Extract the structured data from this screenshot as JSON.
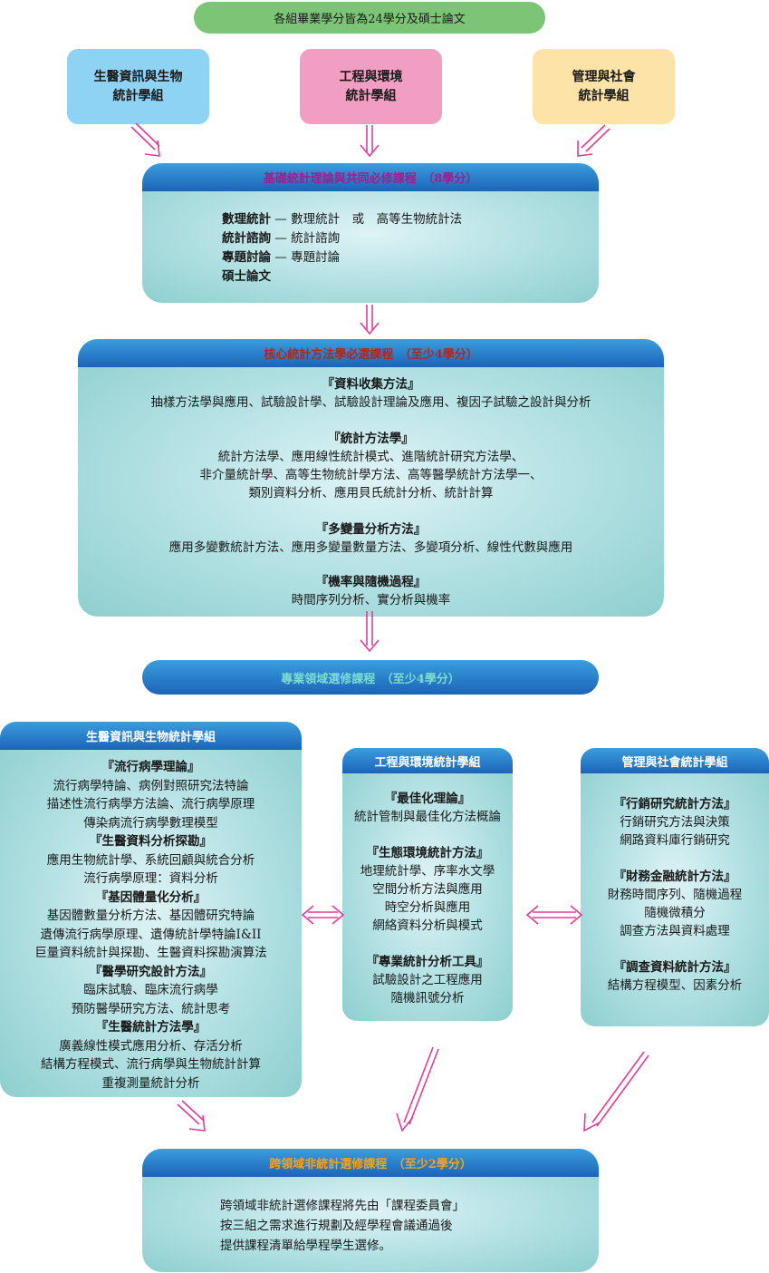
{
  "top_banner": "各組畢業學分皆為24學分及碩士論文",
  "groups": [
    {
      "line1": "生醫資訊與生物",
      "line2": "統計學組"
    },
    {
      "line1": "工程與環境",
      "line2": "統計學組"
    },
    {
      "line1": "管理與社會",
      "line2": "統計學組"
    }
  ],
  "basic": {
    "title": "基礎統計理論與共同必修課程　（8學分）",
    "rows": [
      {
        "label": "數理統計",
        "dash": "—",
        "text": "數理統計　或　高等生物統計法"
      },
      {
        "label": "統計諮詢",
        "dash": "—",
        "text": "統計諮詢"
      },
      {
        "label": "專題討論",
        "dash": "—",
        "text": "專題討論"
      },
      {
        "label": "碩士論文",
        "dash": "",
        "text": ""
      }
    ]
  },
  "core": {
    "title": "核心統計方法學必選課程　（至少4學分）",
    "sections": [
      {
        "h": "『資料收集方法』",
        "lines": [
          "抽樣方法學與應用、試驗設計學、試驗設計理論及應用、複因子試驗之設計與分析"
        ]
      },
      {
        "h": "『統計方法學』",
        "lines": [
          "統計方法學、應用線性統計模式、進階統計研究方法學、",
          "非介量統計學、高等生物統計學方法、高等醫學統計方法學一、",
          "類別資料分析、應用貝氏統計分析、統計計算"
        ]
      },
      {
        "h": "『多變量分析方法』",
        "lines": [
          "應用多變數統計方法、應用多變量數量方法、多變項分析、線性代數與應用"
        ]
      },
      {
        "h": "『機率與隨機過程』",
        "lines": [
          "時間序列分析、實分析與機率"
        ]
      }
    ]
  },
  "elective": {
    "title": "專業領域選修課程　（至少4學分）"
  },
  "bio": {
    "title": "生醫資訊與生物統計學組",
    "sections": [
      {
        "h": "『流行病學理論』",
        "lines": [
          "流行病學特論、病例對照研究法特論",
          "描述性流行病學方法論、流行病學原理",
          "傳染病流行病學數理模型"
        ]
      },
      {
        "h": "『生醫資料分析探勘』",
        "lines": [
          "應用生物統計學、系統回顧與統合分析",
          "流行病學原理：資料分析"
        ]
      },
      {
        "h": "『基因體量化分析』",
        "lines": [
          "基因體數量分析方法、基因體研究特論",
          "遺傳流行病學原理、遺傳統計學特論I&II",
          "巨量資料統計與探勘、生醫資料探勘演算法"
        ]
      },
      {
        "h": "『醫學研究設計方法』",
        "lines": [
          "臨床試驗、臨床流行病學",
          "預防醫學研究方法、統計思考"
        ]
      },
      {
        "h": "『生醫統計方法學』",
        "lines": [
          "廣義線性模式應用分析、存活分析",
          "結構方程模式、流行病學與生物統計計算",
          "重複測量統計分析"
        ]
      }
    ]
  },
  "eng": {
    "title": "工程與環境統計學組",
    "sections": [
      {
        "h": "『最佳化理論』",
        "lines": [
          "統計管制與最佳化方法概論"
        ]
      },
      {
        "h": "『生態環境統計方法』",
        "lines": [
          "地理統計學、序率水文學",
          "空間分析方法與應用",
          "時空分析與應用",
          "網絡資料分析與模式"
        ]
      },
      {
        "h": "『專業統計分析工具』",
        "lines": [
          "試驗設計之工程應用",
          "隨機訊號分析"
        ]
      }
    ]
  },
  "mgmt": {
    "title": "管理與社會統計學組",
    "sections": [
      {
        "h": "『行銷研究統計方法』",
        "lines": [
          "行銷研究方法與決策",
          "網路資料庫行銷研究"
        ]
      },
      {
        "h": "『財務金融統計方法』",
        "lines": [
          "財務時間序列、隨機過程",
          "隨機微積分",
          "調查方法與資料處理"
        ]
      },
      {
        "h": "『調查資料統計方法』",
        "lines": [
          "結構方程模型、因素分析"
        ]
      }
    ]
  },
  "cross": {
    "title": "跨領域非統計選修課程　（至少2學分）",
    "lines": [
      "跨領域非統計選修課程將先由「課程委員會」",
      "按三組之需求進行規劃及經學程會議通過後",
      "提供課程清單給學程學生選修。"
    ]
  },
  "colors": {
    "banner": "#7cc576",
    "bio_box": "#8fd3f4",
    "eng_box": "#f19ec2",
    "mgmt_box": "#fde3a8",
    "bar": "#1c64b8",
    "arrow": "#e23d96",
    "title_purple": "#a11d8c",
    "title_red": "#b3261e",
    "title_teal": "#7ddcd0",
    "title_white": "#ffffff",
    "title_orange": "#f7a21b"
  }
}
